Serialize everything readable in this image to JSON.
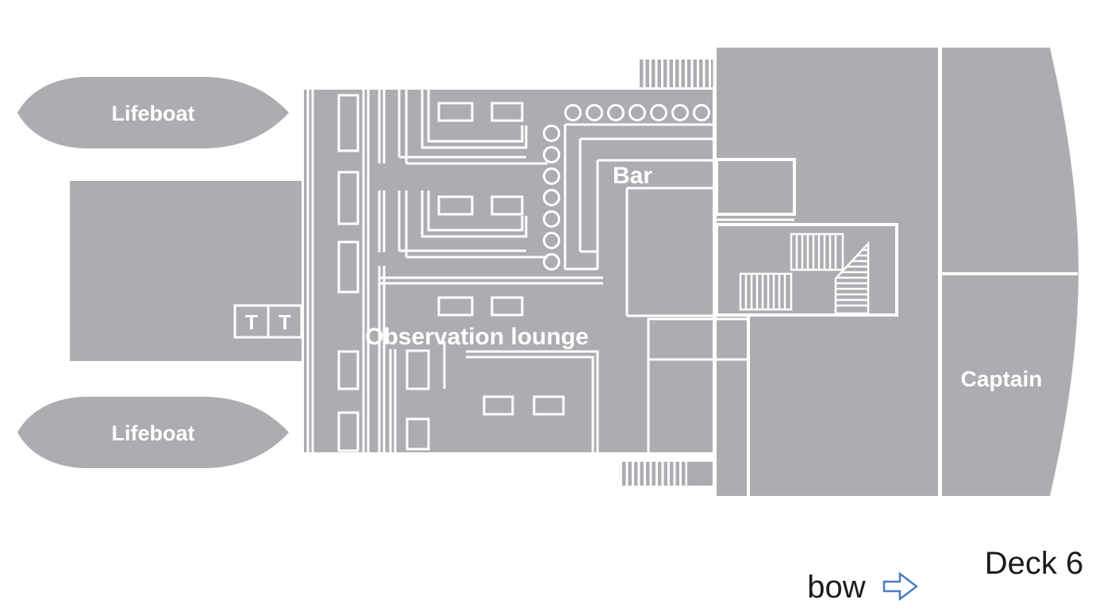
{
  "title": "Deck 6",
  "colors": {
    "deck_gray": "#abadb0",
    "line_white": "#ffffff",
    "text_dark": "#1c1c1c",
    "arrow_blue": "#4a7cc2"
  },
  "labels": {
    "lifeboat_top": "Lifeboat",
    "lifeboat_bottom": "Lifeboat",
    "toilet_left": "T",
    "toilet_right": "T",
    "observation_lounge": "Observation lounge",
    "bar": "Bar",
    "captain": "Captain",
    "bow": "bow",
    "deck_title": "Deck 6"
  },
  "icons": {
    "bow_arrow": "rightwards-outline-arrow"
  }
}
